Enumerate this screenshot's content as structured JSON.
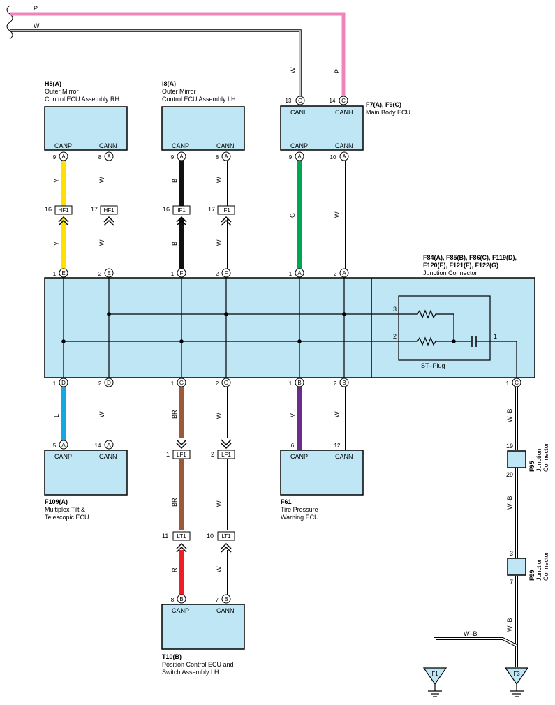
{
  "diagram": {
    "top_wires": {
      "p_label": "P",
      "w_label": "W"
    },
    "h8": {
      "code": "H8(A)",
      "name1": "Outer Mirror",
      "name2": "Control ECU Assembly RH",
      "canp": "CANP",
      "cann": "CANN",
      "pin_canp": "9",
      "pin_cann": "8",
      "pin_letter": "A"
    },
    "i8": {
      "code": "I8(A)",
      "name1": "Outer Mirror",
      "name2": "Control ECU Assembly LH",
      "canp": "CANP",
      "cann": "CANN",
      "pin_canp": "9",
      "pin_cann": "8",
      "pin_letter": "A"
    },
    "f7": {
      "code": "F7(A), F9(C)",
      "name": "Main Body ECU",
      "canl": "CANL",
      "canh": "CANH",
      "canp": "CANP",
      "cann": "CANN",
      "pin_canl": "13",
      "pin_canh": "14",
      "pin_canp": "9",
      "pin_cann": "10",
      "letter_c": "C",
      "letter_a": "A"
    },
    "jc": {
      "code1": "F84(A), F85(B), F86(C), F119(D),",
      "code2": "F120(E), F121(F), F122(G)",
      "name": "Junction Connector",
      "stplug": "ST–Plug",
      "p3": "3",
      "p2": "2",
      "p1": "1"
    },
    "wires": {
      "y": "Y",
      "w": "W",
      "b": "B",
      "g": "G",
      "l": "L",
      "br": "BR",
      "v": "V",
      "r": "R",
      "wb": "W–B"
    },
    "hf1": {
      "a": "HF1",
      "pa": "16",
      "pb": "17"
    },
    "if1": {
      "a": "IF1",
      "pa": "16",
      "pb": "17"
    },
    "lf1": {
      "a": "LF1",
      "pa": "1",
      "pb": "2"
    },
    "lt1": {
      "a": "LT1",
      "pa": "11",
      "pb": "10"
    },
    "top_pins": [
      "1",
      "2",
      "1",
      "2",
      "1",
      "2"
    ],
    "top_letters": [
      "E",
      "E",
      "F",
      "F",
      "A",
      "A"
    ],
    "bot_pins": [
      "1",
      "2",
      "1",
      "2",
      "1",
      "2",
      "1"
    ],
    "bot_letters": [
      "D",
      "D",
      "G",
      "G",
      "B",
      "B",
      "C"
    ],
    "f109": {
      "code": "F109(A)",
      "name1": "Multiplex Tilt &",
      "name2": "Telescopic ECU",
      "canp": "CANP",
      "cann": "CANN",
      "pin_canp": "5",
      "pin_cann": "14",
      "pin_letter": "A"
    },
    "f61": {
      "code": "F61",
      "name1": "Tire Pressure",
      "name2": "Warning ECU",
      "canp": "CANP",
      "cann": "CANN",
      "pin_canp": "6",
      "pin_cann": "12"
    },
    "t10": {
      "code": "T10(B)",
      "name1": "Position Control ECU and",
      "name2": "Switch Assembly LH",
      "canp": "CANP",
      "cann": "CANN",
      "pin_canp": "8",
      "pin_cann": "7",
      "pin_letter": "B"
    },
    "f95": {
      "code": "F95",
      "name1": "Junction",
      "name2": "Connector",
      "p_top": "19",
      "p_bot": "29"
    },
    "f99": {
      "code": "F99",
      "name1": "Junction",
      "name2": "Connector",
      "p_top": "3",
      "p_bot": "7"
    },
    "grounds": {
      "f1": "F1",
      "f3": "F3"
    }
  },
  "colors": {
    "pink": "#ee84b9",
    "yellow": "#ffe000",
    "black": "#111111",
    "green": "#00a651",
    "blue": "#14a7e0",
    "brown": "#9a5a35",
    "purple": "#6a2d8e",
    "red": "#ee1c25",
    "box": "#bfe6f5"
  }
}
